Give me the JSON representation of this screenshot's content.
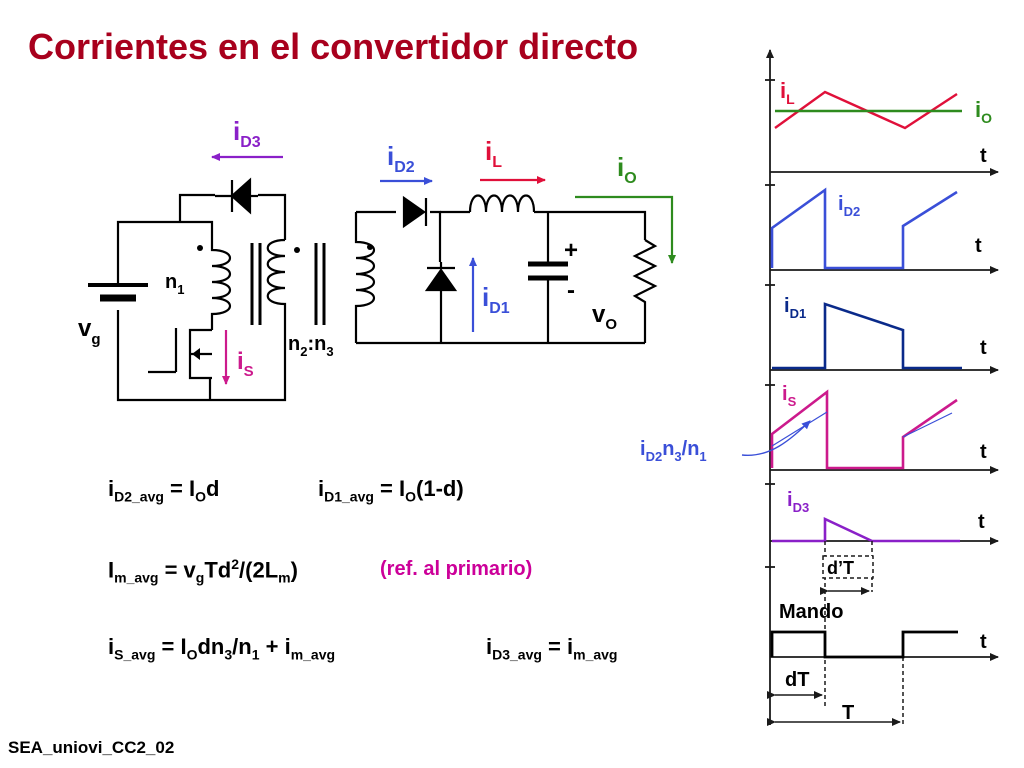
{
  "title": "Corrientes en el convertidor directo",
  "footer": "SEA_uniovi_CC2_02",
  "circuit_labels": {
    "vg": "v",
    "vg_sub": "g",
    "n1": "n",
    "n1_sub": "1",
    "n2n3_a": "n",
    "n2n3_a_sub": "2",
    "n2n3_colon": ":n",
    "n2n3_b_sub": "3",
    "is": "i",
    "is_sub": "S",
    "id3": "i",
    "id3_sub": "D3",
    "id2": "i",
    "id2_sub": "D2",
    "il": "i",
    "il_sub": "L",
    "io": "i",
    "io_sub": "O",
    "id1": "i",
    "id1_sub": "D1",
    "vo": "v",
    "vo_sub": "O",
    "cap_plus": "+",
    "cap_minus": "-"
  },
  "equations": {
    "e1_a": "i",
    "e1_a_sub": "D2_avg",
    "e1_b": " = I",
    "e1_b_sub": "O",
    "e1_c": "d",
    "e2_a": "i",
    "e2_a_sub": "D1_avg",
    "e2_b": " = I",
    "e2_b_sub": "O",
    "e2_c": "(1-d)",
    "e3_a": "I",
    "e3_a_sub": "m_avg",
    "e3_b": " = v",
    "e3_b_sub": "g",
    "e3_c": "Td",
    "e3_c_sup": "2",
    "e3_d": "/(2L",
    "e3_d_sub": "m",
    "e3_e": ")",
    "e3_note": "(ref. al primario)",
    "e4_a": "i",
    "e4_a_sub": "S_avg",
    "e4_b": " = I",
    "e4_b_sub": "O",
    "e4_c": "dn",
    "e4_c_sub": "3",
    "e4_d": "/n",
    "e4_d_sub": "1",
    "e4_e": " + i",
    "e4_e_sub": "m_avg",
    "e5_a": "i",
    "e5_a_sub": "D3_avg",
    "e5_b": " = i",
    "e5_b_sub": "m_avg"
  },
  "waveforms": {
    "t_label": "t",
    "il": "i",
    "il_sub": "L",
    "io": "i",
    "io_sub": "O",
    "id2": "i",
    "id2_sub": "D2",
    "id1": "i",
    "id1_sub": "D1",
    "is": "i",
    "is_sub": "S",
    "ann_a": "i",
    "ann_a_sub": "D2",
    "ann_b": "n",
    "ann_b_sub": "3",
    "ann_c": "/n",
    "ann_c_sub": "1",
    "id3": "i",
    "id3_sub": "D3",
    "dpT": "d’T",
    "mando": "Mando",
    "dT": "dT",
    "T": "T"
  },
  "colors": {
    "title": "#a8001d",
    "il": "#e0103a",
    "io": "#2e8b1e",
    "id2": "#3a4fd8",
    "id1": "#0a2a8a",
    "is": "#cc1a8c",
    "id3": "#8a20c8"
  }
}
